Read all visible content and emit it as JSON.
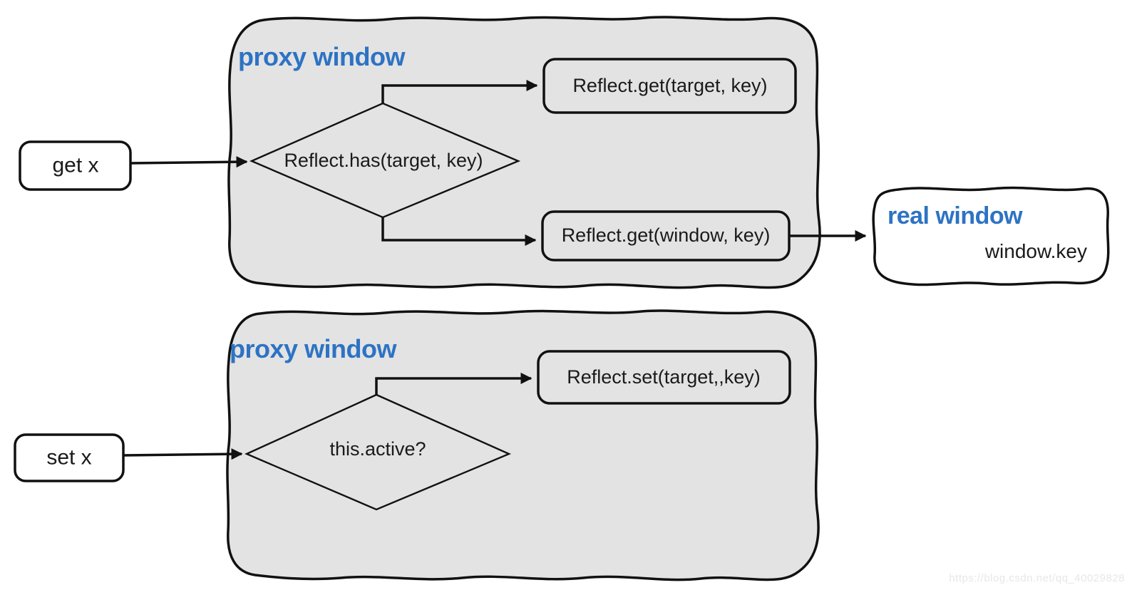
{
  "diagram": {
    "top_flow": {
      "container_label": "proxy window",
      "input_label": "get x",
      "condition": "Reflect.has(target, key)",
      "true_branch": "Reflect.get(target, key)",
      "false_branch": "Reflect.get(window, key)",
      "result_container_label": "real window",
      "result_value": "window.key"
    },
    "bottom_flow": {
      "container_label": "proxy window",
      "input_label": "set x",
      "condition": "this.active?",
      "true_branch": "Reflect.set(target,,key)"
    },
    "watermark": "https://blog.csdn.net/qq_40029828",
    "colors": {
      "accent_blue": "#2d73c4",
      "container_fill": "#e3e3e3",
      "stroke": "#111111",
      "text": "#1a1a1a",
      "watermark_gray": "#e7e7e7",
      "background": "#ffffff"
    }
  }
}
